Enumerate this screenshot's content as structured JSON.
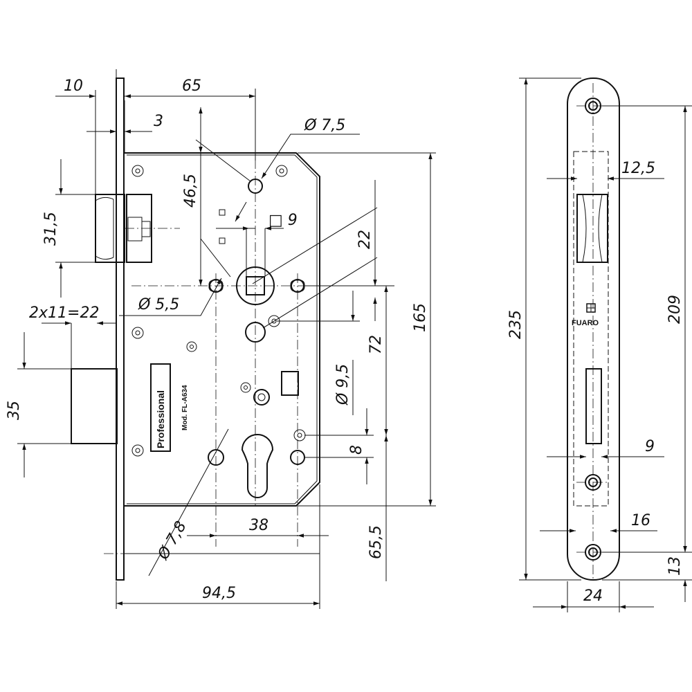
{
  "dimensions": {
    "backset_offset": "10",
    "backset": "65",
    "faceplate_thickness": "3",
    "screw_hole_top": "Ø 7,5",
    "follower_offset": "46,5",
    "follower_square": "□ 9",
    "latch_height": "31,5",
    "follower_to_center": "22",
    "screw_hole_side": "Ø 5,5",
    "deadbolt_throw": "2x11=22",
    "case_height": "165",
    "center_distance": "72",
    "spindle_hole": "Ø 9,5",
    "deadbolt_height": "35",
    "cylinder_offset": "8",
    "cylinder_hole": "Ø 7,8",
    "cylinder_spacing": "38",
    "bottom_offset": "65,5",
    "case_width": "94,5",
    "faceplate_length": "235",
    "faceplate_hole_spacing": "209",
    "latch_slot_width": "12,5",
    "bolt_slot_width": "9",
    "screw_head": "16",
    "end_offset": "13",
    "faceplate_width": "24"
  },
  "labels": {
    "brand_badge": "Professional",
    "model": "Mod. FL-A634",
    "faceplate_brand": "FUARO"
  }
}
